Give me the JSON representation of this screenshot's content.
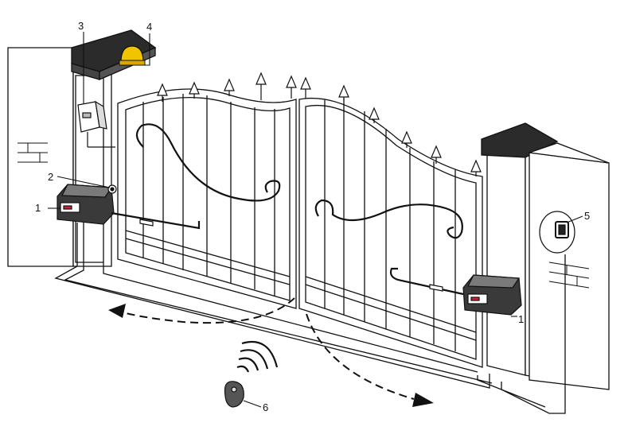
{
  "diagram": {
    "callouts": [
      {
        "id": "1",
        "label": "1"
      },
      {
        "id": "1b",
        "label": "1"
      },
      {
        "id": "2",
        "label": "2"
      },
      {
        "id": "3",
        "label": "3"
      },
      {
        "id": "4",
        "label": "4"
      },
      {
        "id": "5",
        "label": "5"
      },
      {
        "id": "6",
        "label": "6"
      }
    ],
    "colors": {
      "outline": "#111111",
      "motor_body": "#3a3a3a",
      "motor_top": "#7a7a7a",
      "pillar_cap": "#2b2b2b",
      "flash_light": "#f2c400",
      "background": "#ffffff"
    },
    "components": [
      {
        "callout": "1",
        "icon": "gate-motor-icon"
      },
      {
        "callout": "2",
        "icon": "photocell-icon"
      },
      {
        "callout": "3",
        "icon": "control-box-icon"
      },
      {
        "callout": "4",
        "icon": "flash-light-icon"
      },
      {
        "callout": "5",
        "icon": "keypad-icon"
      },
      {
        "callout": "6",
        "icon": "remote-control-icon"
      }
    ]
  }
}
